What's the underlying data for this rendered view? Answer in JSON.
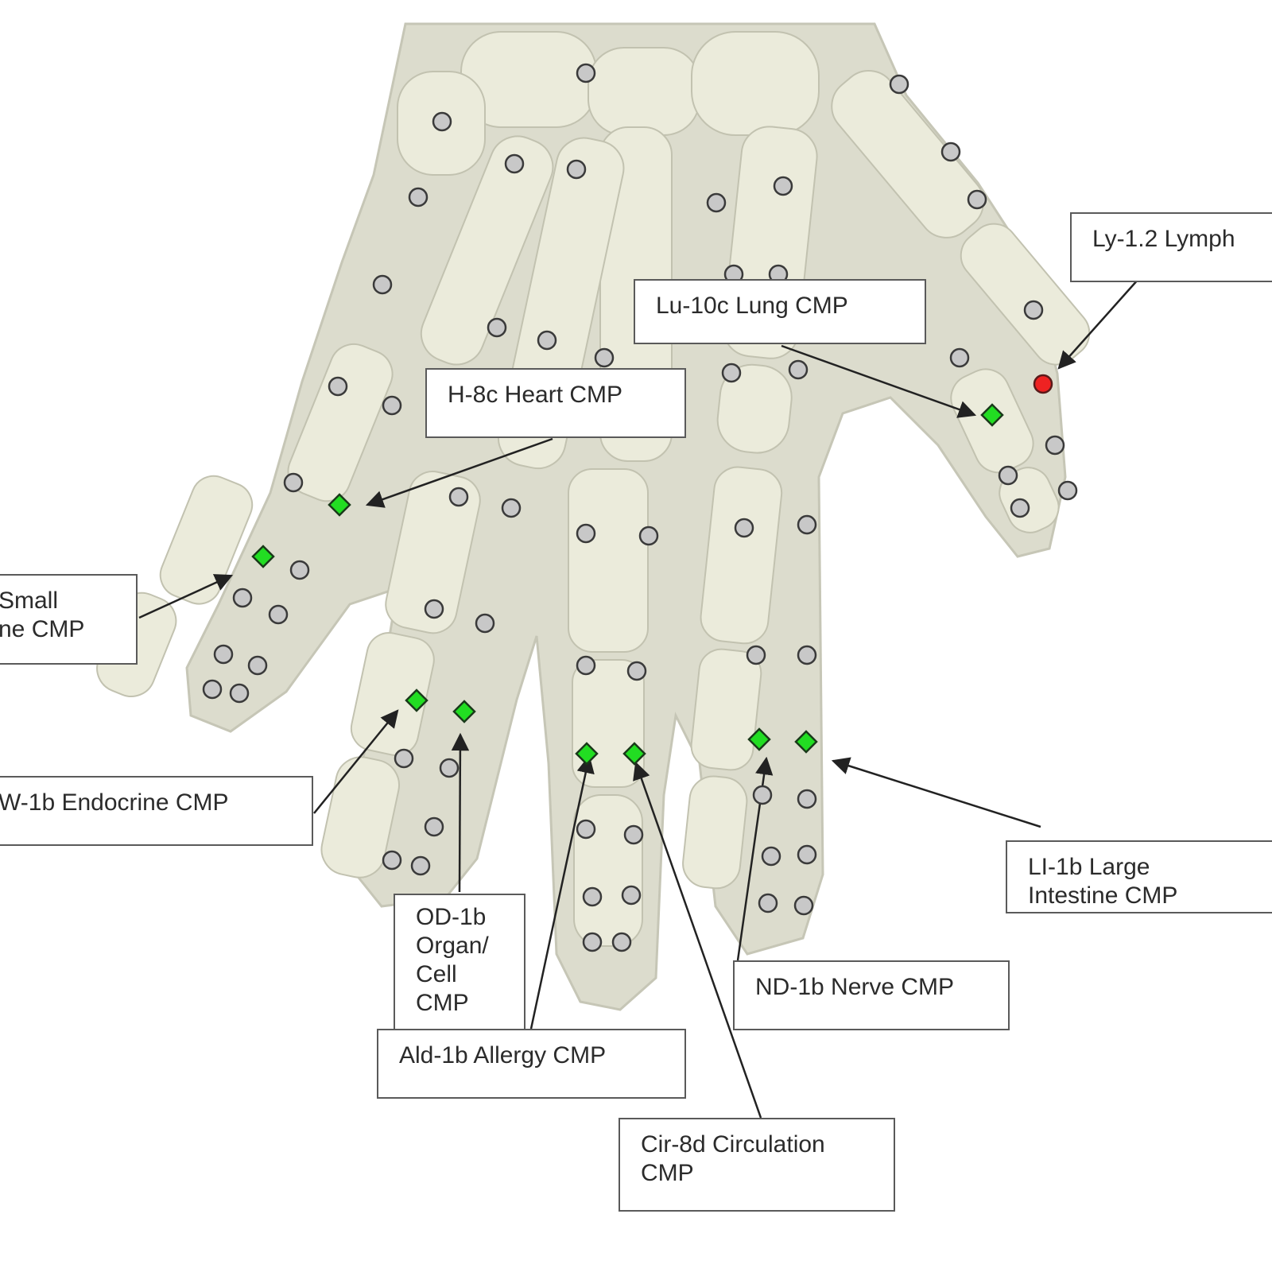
{
  "colors": {
    "background": "#ffffff",
    "palm": "#d9dacb",
    "bone": "#e8e8d8",
    "point_neutral": "#c8c8c8",
    "point_active": "#22dd22",
    "point_alert": "#ee2222",
    "arrow": "#222222",
    "label_border": "#5a5a5a"
  },
  "icons": {
    "neutral_point": "grey-circle-icon",
    "active_point": "green-diamond-icon",
    "alert_point": "red-circle-icon"
  },
  "labels": {
    "lymph": "Ly-1.2 Lymph",
    "lung": "Lu-10c Lung CMP",
    "heart": "H-8c Heart CMP",
    "small_intestine": "Small\nne CMP",
    "endocrine": "W-1b Endocrine CMP",
    "organ_cell": "OD-1b\nOrgan/\nCell\nCMP",
    "allergy": "Ald-1b Allergy CMP",
    "circulation": "Cir-8d Circulation\nCMP",
    "nerve": "ND-1b Nerve CMP",
    "large_intestine": "LI-1b Large\nIntestine CMP"
  }
}
